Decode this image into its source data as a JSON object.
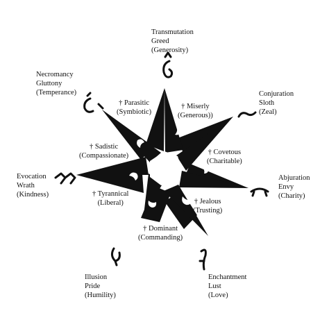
{
  "schools": [
    {
      "school": "Transmutation",
      "sin": "Greed",
      "virtue": "(Generosity)",
      "rune_icon": "transmutation-rune-icon"
    },
    {
      "school": "Conjuration",
      "sin": "Sloth",
      "virtue": "(Zeal)",
      "rune_icon": "conjuration-rune-icon"
    },
    {
      "school": "Abjuration",
      "sin": "Envy",
      "virtue": "(Charity)",
      "rune_icon": "abjuration-rune-icon"
    },
    {
      "school": "Enchantment",
      "sin": "Lust",
      "virtue": "(Love)",
      "rune_icon": "enchantment-rune-icon"
    },
    {
      "school": "Illusion",
      "sin": "Pride",
      "virtue": "(Humility)",
      "rune_icon": "illusion-rune-icon"
    },
    {
      "school": "Evocation",
      "sin": "Wrath",
      "virtue": "(Kindness)",
      "rune_icon": "evocation-rune-icon"
    },
    {
      "school": "Necromancy",
      "sin": "Gluttony",
      "virtue": "(Temperance)",
      "rune_icon": "necromancy-rune-icon"
    }
  ],
  "inner_labels": [
    {
      "trait": "† Parasitic",
      "opposite": "(Symbiotic)"
    },
    {
      "trait": "† Miserly",
      "opposite": "(Generous))"
    },
    {
      "trait": "† Covetous",
      "opposite": "(Charitable)"
    },
    {
      "trait": "† Jealous",
      "opposite": "(Trusting)"
    },
    {
      "trait": "† Dominant",
      "opposite": "(Commanding)"
    },
    {
      "trait": "† Tyrannical",
      "opposite": "(Liberal)"
    },
    {
      "trait": "† Sadistic",
      "opposite": "(Compassionate)"
    }
  ],
  "colors": {
    "ink": "#111111",
    "background": "#ffffff"
  }
}
